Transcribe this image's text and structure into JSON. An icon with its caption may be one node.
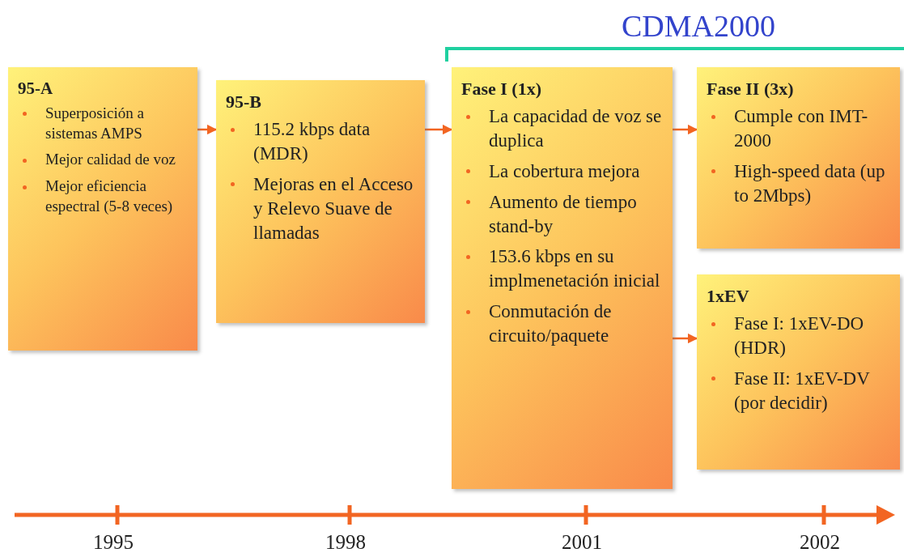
{
  "diagram": {
    "nodes": [
      {
        "text": [
          "95-A",
          "Superposición a sistemas AMPS",
          "Mejor calidad de voz",
          "Mejor eficiencia espectral (5-8 veces)"
        ]
      },
      {
        "text": [
          "95-B",
          "115.2 kbps data (MDR)",
          "Mejoras en el Acceso y Relevo Suave de llamadas"
        ]
      },
      {
        "text": [
          "Fase I (1x)",
          "La capacidad de voz se duplica",
          "La cobertura mejora",
          "Aumento de tiempo stand-by",
          "153.6 kbps en su implmenetación inicial",
          "Conmutación de circuito/paquete"
        ]
      },
      {
        "text": [
          "Fase II (3x)",
          "Cumple con IMT-2000",
          "High-speed data (up to 2Mbps)"
        ]
      },
      {
        "text": [
          "1xEV",
          "Fase I: 1xEV-DO (HDR)",
          "Fase II: 1xEV-DV (por decidir)"
        ]
      }
    ],
    "edges": [
      {
        "from": 0,
        "to": 1,
        "arrow": "to"
      },
      {
        "from": 1,
        "to": 2,
        "arrow": "to"
      },
      {
        "from": 2,
        "to": 3,
        "arrow": "to"
      },
      {
        "from": 2,
        "to": 4,
        "arrow": "to"
      }
    ],
    "labels": [
      "CDMA2000",
      "1995",
      "1998",
      "2001",
      "2002"
    ]
  }
}
